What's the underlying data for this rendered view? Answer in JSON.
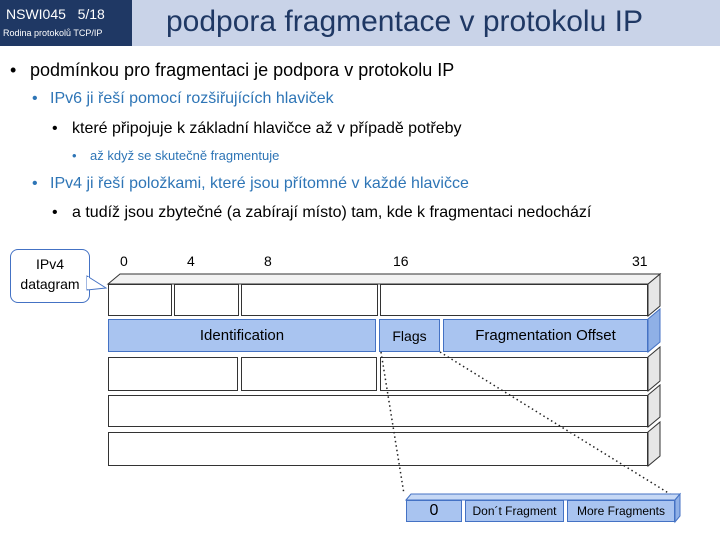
{
  "header": {
    "course_code": "NSWI045",
    "slide_no": "5/18",
    "subtitle": "Rodina protokolů TCP/IP",
    "title": "podpora fragmentace v protokolu IP",
    "colors": {
      "badge": "#1f3864",
      "band": "#c9d3e8",
      "accent": "#2e75b6"
    }
  },
  "bullets": [
    "podmínkou pro fragmentaci je podpora v protokolu IP",
    "IPv6 ji řeší pomocí rozšiřujících hlaviček",
    "které připojuje k základní hlavičce až v případě potřeby",
    "až když se skutečně fragmentuje",
    "IPv4 ji řeší položkami, které jsou přítomné v každé hlavičce",
    "a tudíž jsou zbytečné (a zabírají místo) tam, kde k fragmentaci nedochází"
  ],
  "diagram": {
    "callout_line1": "IPv4",
    "callout_line2": "datagram",
    "bit_labels": [
      "0",
      "4",
      "8",
      "16",
      "31"
    ],
    "identification": "Identification",
    "flags": "Flags",
    "fragment_offset": "Fragmentation Offset",
    "flag_bits": [
      "0",
      "Don´t  Fragment",
      "More  Fragments"
    ]
  }
}
